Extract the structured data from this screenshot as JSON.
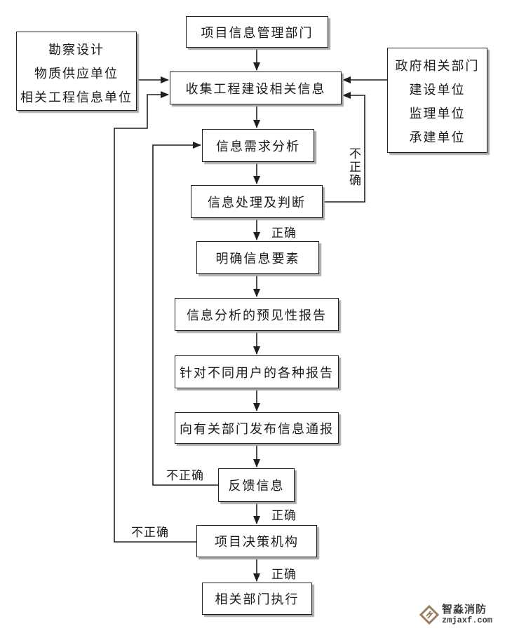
{
  "diagram": {
    "nodes": {
      "top_dept": {
        "label": "项目信息管理部门"
      },
      "sources_left": {
        "lines": [
          "勘察设计",
          "物质供应单位",
          "相关工程信息单位"
        ]
      },
      "sources_right": {
        "lines": [
          "政府相关部门",
          "建设单位",
          "监理单位",
          "承建单位"
        ]
      },
      "collect": {
        "label": "收集工程建设相关信息"
      },
      "demand": {
        "label": "信息需求分析"
      },
      "process": {
        "label": "信息处理及判断"
      },
      "clarify": {
        "label": "明确信息要素"
      },
      "forecast": {
        "label": "信息分析的预见性报告"
      },
      "reports": {
        "label": "针对不同用户的各种报告"
      },
      "notify": {
        "label": "向有关部门发布信息通报"
      },
      "feedback": {
        "label": "反馈信息"
      },
      "decision": {
        "label": "项目决策机构"
      },
      "execute": {
        "label": "相关部门执行"
      }
    },
    "edge_labels": {
      "correct": "正确",
      "incorrect": "不正确"
    }
  },
  "watermark": {
    "brand": "智淼消防",
    "site": "zmjaxf.com"
  },
  "colors": {
    "line": "#1f1f1f",
    "box_border": "#1f1f1f",
    "box_shadow": "#a8a8a8",
    "background": "#ffffff",
    "logo_accent": "#9b7d60",
    "watermark_text": "#3d3d3d"
  }
}
